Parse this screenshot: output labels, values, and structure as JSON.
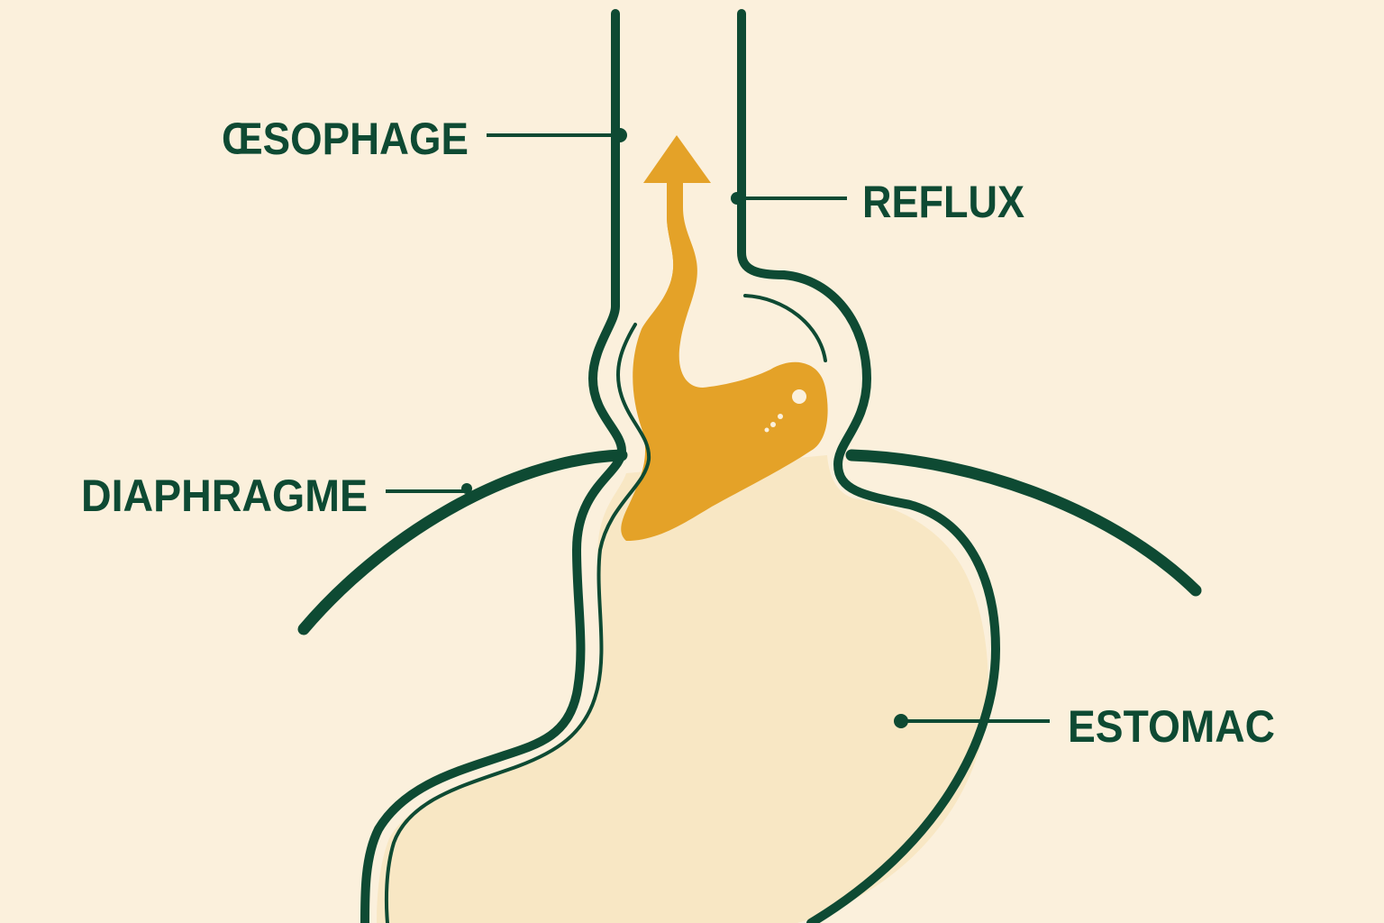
{
  "diagram": {
    "labels": {
      "oesophagus": "ŒSOPHAGE",
      "reflux": "REFLUX",
      "diaphragm": "DIAPHRAGME",
      "stomach": "ESTOMAC"
    },
    "colors": {
      "background": "#fbf0dc",
      "outline": "#0e4a33",
      "reflux_fluid": "#e4a228",
      "stomach_fill": "#f8e7c4"
    }
  }
}
